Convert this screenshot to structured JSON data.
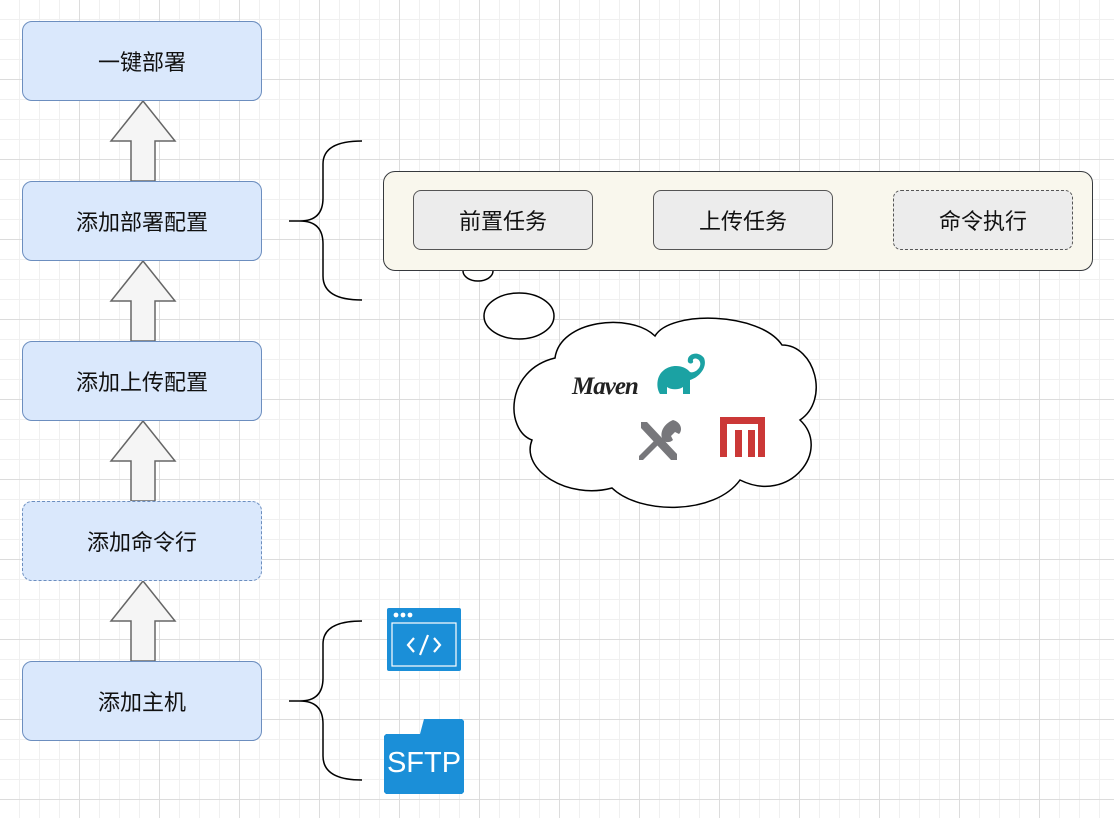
{
  "steps": [
    {
      "id": "one-click-deploy",
      "label": "一键部署"
    },
    {
      "id": "add-deploy-config",
      "label": "添加部署配置"
    },
    {
      "id": "add-upload-config",
      "label": "添加上传配置"
    },
    {
      "id": "add-command-line",
      "label": "添加命令行"
    },
    {
      "id": "add-host",
      "label": "添加主机"
    }
  ],
  "pipeline": {
    "tasks": [
      {
        "id": "pre-task",
        "label": "前置任务"
      },
      {
        "id": "upload-task",
        "label": "上传任务"
      },
      {
        "id": "command-exec",
        "label": "命令执行"
      }
    ]
  },
  "tools_cloud": {
    "icons": [
      "maven-logo",
      "gradle-elephant-icon",
      "tools-icon",
      "npm-logo"
    ],
    "maven_text": "Maven"
  },
  "host_icons": {
    "terminal": "code-window-icon",
    "sftp_text": "SFTP"
  },
  "colors": {
    "step_fill": "#dae8fc",
    "step_stroke": "#6c8ebf",
    "group_fill": "#f9f7ed",
    "task_fill": "#ececec",
    "gradle": "#1ba2a3",
    "npm": "#cb3837",
    "host_icon": "#1b8fd8",
    "tools": "#77777b"
  }
}
